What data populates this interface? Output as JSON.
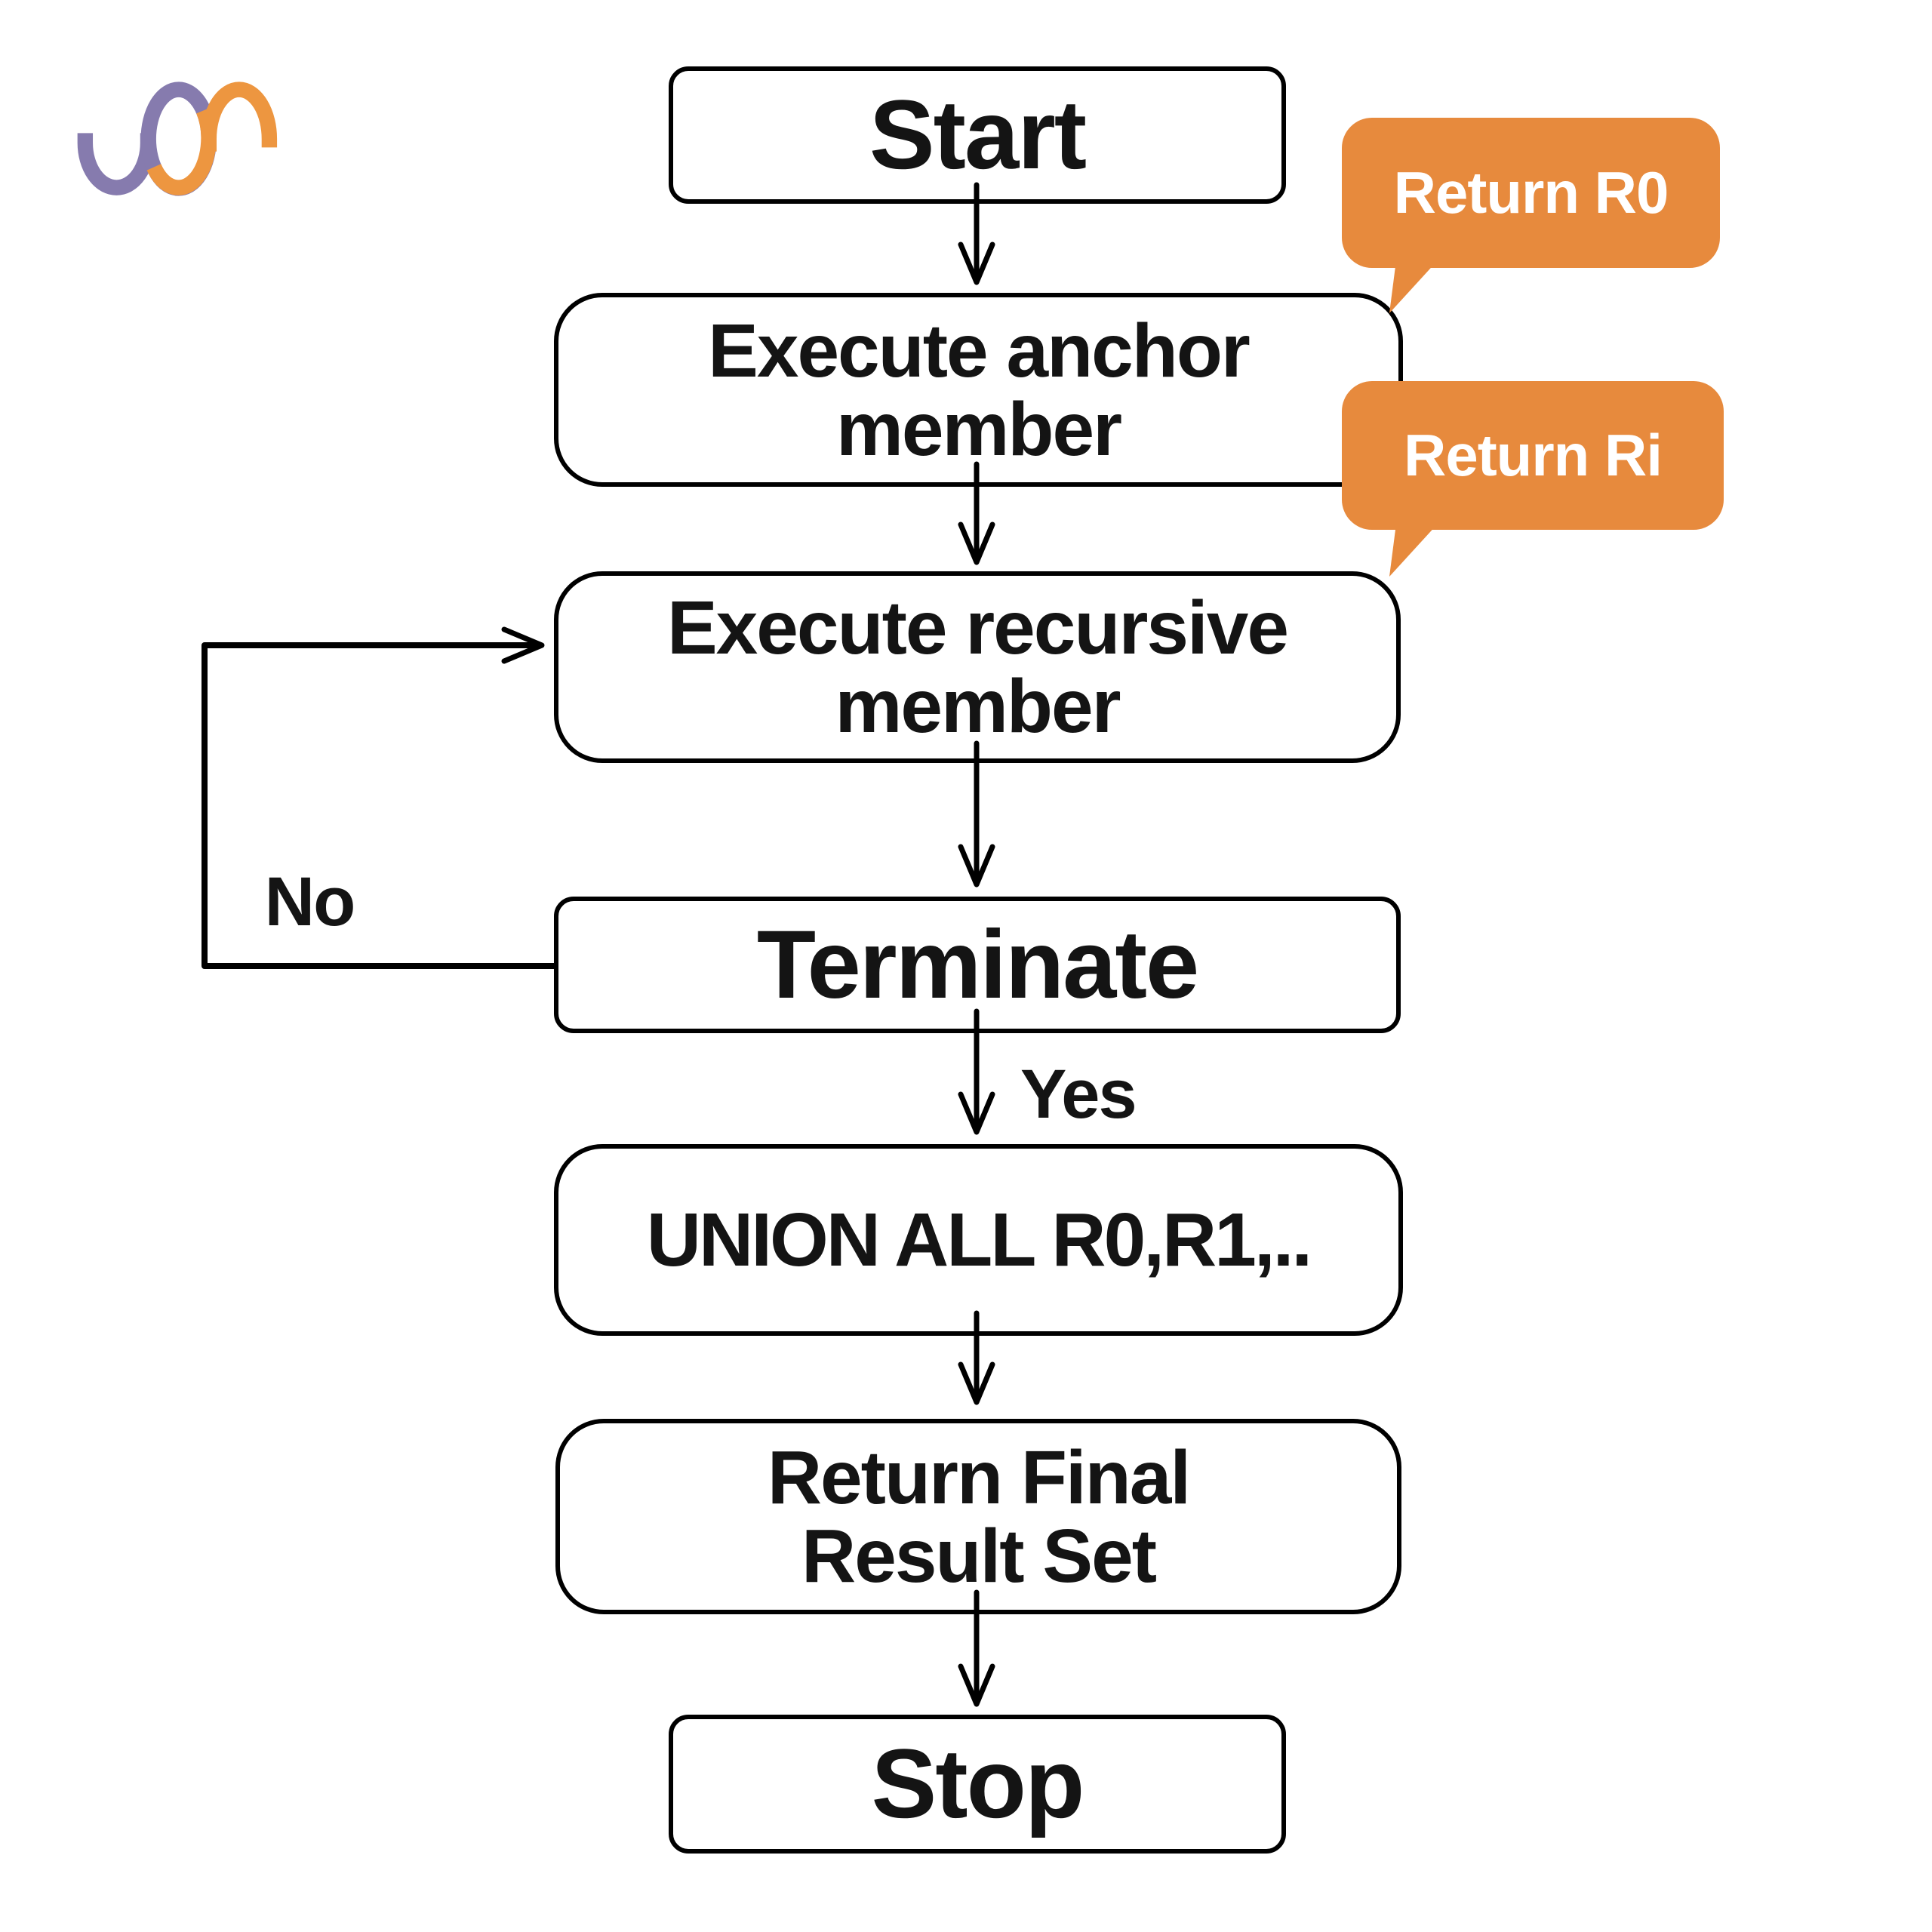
{
  "colors": {
    "background": "#FFFFFF",
    "line": "#000000",
    "text": "#141414",
    "callout_bg": "#E78A3D",
    "callout_text": "#FFFFFF",
    "logo_purple": "#867BAE",
    "logo_orange": "#ED9640"
  },
  "logo": {
    "name": "wave-logo"
  },
  "nodes": [
    {
      "id": "start",
      "label": "Start"
    },
    {
      "id": "execute-anchor",
      "label": "Execute anchor\nmember"
    },
    {
      "id": "execute-recursive",
      "label": "Execute recursive\nmember"
    },
    {
      "id": "terminate",
      "label": "Terminate"
    },
    {
      "id": "union-all",
      "label": "UNION ALL R0,R1,.."
    },
    {
      "id": "return-final",
      "label": "Return Final\nResult Set"
    },
    {
      "id": "stop",
      "label": "Stop"
    }
  ],
  "callouts": [
    {
      "id": "return-r0",
      "label": "Return R0"
    },
    {
      "id": "return-ri",
      "label": "Return Ri"
    }
  ],
  "edge_labels": {
    "no": "No",
    "yes": "Yes"
  }
}
